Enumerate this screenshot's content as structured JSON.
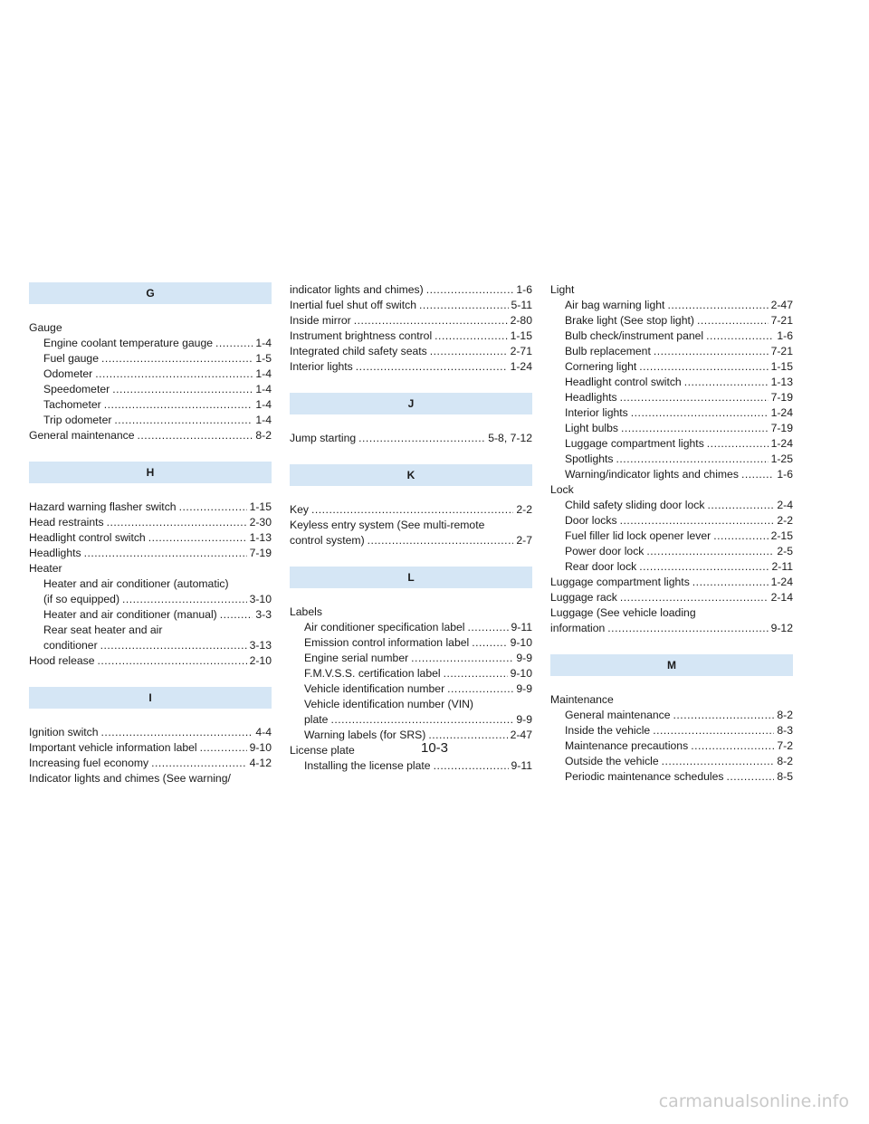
{
  "columns": [
    [
      {
        "type": "header",
        "text": "G"
      },
      {
        "type": "plain",
        "text": "Gauge"
      },
      {
        "type": "entry",
        "text": "Engine coolant temperature gauge",
        "page": "1-4",
        "sub": true
      },
      {
        "type": "entry",
        "text": "Fuel gauge",
        "page": "1-5",
        "sub": true
      },
      {
        "type": "entry",
        "text": "Odometer",
        "page": "1-4",
        "sub": true
      },
      {
        "type": "entry",
        "text": "Speedometer",
        "page": "1-4",
        "sub": true
      },
      {
        "type": "entry",
        "text": "Tachometer",
        "page": "1-4",
        "sub": true
      },
      {
        "type": "entry",
        "text": "Trip odometer",
        "page": "1-4",
        "sub": true
      },
      {
        "type": "entry",
        "text": "General maintenance",
        "page": "8-2"
      },
      {
        "type": "header",
        "text": "H"
      },
      {
        "type": "entry",
        "text": "Hazard warning flasher switch",
        "page": "1-15"
      },
      {
        "type": "entry",
        "text": "Head restraints",
        "page": "2-30"
      },
      {
        "type": "entry",
        "text": "Headlight control switch",
        "page": "1-13"
      },
      {
        "type": "entry",
        "text": "Headlights",
        "page": "7-19"
      },
      {
        "type": "plain",
        "text": "Heater"
      },
      {
        "type": "plain",
        "text": "Heater and air conditioner (automatic)",
        "sub": true
      },
      {
        "type": "entry",
        "text": "(if so equipped)",
        "page": "3-10",
        "sub": true
      },
      {
        "type": "entry",
        "text": "Heater and air conditioner (manual)",
        "page": "3-3",
        "sub": true
      },
      {
        "type": "plain",
        "text": "Rear seat heater and air",
        "sub": true
      },
      {
        "type": "entry",
        "text": "conditioner",
        "page": "3-13",
        "sub": true
      },
      {
        "type": "entry",
        "text": "Hood release",
        "page": "2-10"
      },
      {
        "type": "header",
        "text": "I"
      },
      {
        "type": "entry",
        "text": "Ignition switch",
        "page": "4-4"
      },
      {
        "type": "entry",
        "text": "Important vehicle information label",
        "page": "9-10"
      },
      {
        "type": "entry",
        "text": "Increasing fuel economy",
        "page": "4-12"
      },
      {
        "type": "plain",
        "text": "Indicator lights and chimes (See warning/"
      }
    ],
    [
      {
        "type": "entry",
        "text": "indicator lights and chimes)",
        "page": "1-6"
      },
      {
        "type": "entry",
        "text": "Inertial fuel shut off switch",
        "page": "5-11"
      },
      {
        "type": "entry",
        "text": "Inside mirror",
        "page": "2-80"
      },
      {
        "type": "entry",
        "text": "Instrument brightness control",
        "page": "1-15"
      },
      {
        "type": "entry",
        "text": "Integrated child safety seats",
        "page": "2-71"
      },
      {
        "type": "entry",
        "text": "Interior lights",
        "page": "1-24"
      },
      {
        "type": "header",
        "text": "J"
      },
      {
        "type": "entry",
        "text": "Jump starting",
        "page": "5-8, 7-12"
      },
      {
        "type": "header",
        "text": "K"
      },
      {
        "type": "entry",
        "text": "Key",
        "page": "2-2"
      },
      {
        "type": "plain",
        "text": "Keyless entry system (See multi-remote"
      },
      {
        "type": "entry",
        "text": "control system)",
        "page": "2-7"
      },
      {
        "type": "header",
        "text": "L"
      },
      {
        "type": "plain",
        "text": "Labels"
      },
      {
        "type": "entry",
        "text": "Air conditioner specification label",
        "page": "9-11",
        "sub": true
      },
      {
        "type": "entry",
        "text": "Emission control information label",
        "page": "9-10",
        "sub": true
      },
      {
        "type": "entry",
        "text": "Engine serial number",
        "page": "9-9",
        "sub": true
      },
      {
        "type": "entry",
        "text": "F.M.V.S.S. certification label",
        "page": "9-10",
        "sub": true
      },
      {
        "type": "entry",
        "text": "Vehicle identification number",
        "page": "9-9",
        "sub": true
      },
      {
        "type": "plain",
        "text": "Vehicle identification number (VIN)",
        "sub": true
      },
      {
        "type": "entry",
        "text": "plate",
        "page": "9-9",
        "sub": true
      },
      {
        "type": "entry",
        "text": "Warning labels (for SRS)",
        "page": "2-47",
        "sub": true
      },
      {
        "type": "plain",
        "text": "License plate"
      },
      {
        "type": "entry",
        "text": "Installing the license plate",
        "page": "9-11",
        "sub": true
      }
    ],
    [
      {
        "type": "plain",
        "text": "Light"
      },
      {
        "type": "entry",
        "text": "Air bag warning light",
        "page": "2-47",
        "sub": true
      },
      {
        "type": "entry",
        "text": "Brake light (See stop light)",
        "page": "7-21",
        "sub": true
      },
      {
        "type": "entry",
        "text": "Bulb check/instrument panel",
        "page": "1-6",
        "sub": true
      },
      {
        "type": "entry",
        "text": "Bulb replacement",
        "page": "7-21",
        "sub": true
      },
      {
        "type": "entry",
        "text": "Cornering light",
        "page": "1-15",
        "sub": true
      },
      {
        "type": "entry",
        "text": "Headlight control switch",
        "page": "1-13",
        "sub": true
      },
      {
        "type": "entry",
        "text": "Headlights",
        "page": "7-19",
        "sub": true
      },
      {
        "type": "entry",
        "text": "Interior lights",
        "page": "1-24",
        "sub": true
      },
      {
        "type": "entry",
        "text": "Light bulbs",
        "page": "7-19",
        "sub": true
      },
      {
        "type": "entry",
        "text": "Luggage compartment lights",
        "page": "1-24",
        "sub": true
      },
      {
        "type": "entry",
        "text": "Spotlights",
        "page": "1-25",
        "sub": true
      },
      {
        "type": "entry",
        "text": "Warning/indicator lights and chimes",
        "page": "1-6",
        "sub": true
      },
      {
        "type": "plain",
        "text": "Lock"
      },
      {
        "type": "entry",
        "text": "Child safety sliding door lock",
        "page": "2-4",
        "sub": true
      },
      {
        "type": "entry",
        "text": "Door locks",
        "page": "2-2",
        "sub": true
      },
      {
        "type": "entry",
        "text": "Fuel filler lid lock opener lever",
        "page": "2-15",
        "sub": true
      },
      {
        "type": "entry",
        "text": "Power door lock",
        "page": "2-5",
        "sub": true
      },
      {
        "type": "entry",
        "text": "Rear door lock",
        "page": "2-11",
        "sub": true
      },
      {
        "type": "entry",
        "text": "Luggage compartment lights",
        "page": "1-24"
      },
      {
        "type": "entry",
        "text": "Luggage rack",
        "page": "2-14"
      },
      {
        "type": "plain",
        "text": "Luggage (See vehicle loading"
      },
      {
        "type": "entry",
        "text": "information",
        "page": "9-12"
      },
      {
        "type": "header",
        "text": "M"
      },
      {
        "type": "plain",
        "text": "Maintenance"
      },
      {
        "type": "entry",
        "text": "General maintenance",
        "page": "8-2",
        "sub": true
      },
      {
        "type": "entry",
        "text": "Inside the vehicle",
        "page": "8-3",
        "sub": true
      },
      {
        "type": "entry",
        "text": "Maintenance precautions",
        "page": "7-2",
        "sub": true
      },
      {
        "type": "entry",
        "text": "Outside the vehicle",
        "page": "8-2",
        "sub": true
      },
      {
        "type": "entry",
        "text": "Periodic maintenance schedules",
        "page": "8-5",
        "sub": true
      }
    ]
  ],
  "page_number": "10-3",
  "watermark": "carmanualsonline.info"
}
